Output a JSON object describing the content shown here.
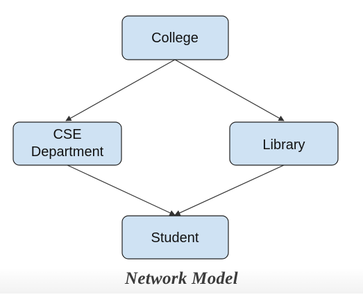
{
  "diagram": {
    "nodes": [
      {
        "id": "college",
        "lines": [
          "College"
        ]
      },
      {
        "id": "cse",
        "lines": [
          "CSE",
          "Department"
        ]
      },
      {
        "id": "library",
        "lines": [
          "Library"
        ]
      },
      {
        "id": "student",
        "lines": [
          "Student"
        ]
      }
    ],
    "edges": [
      {
        "from": "college",
        "to": "cse"
      },
      {
        "from": "college",
        "to": "library"
      },
      {
        "from": "cse",
        "to": "student"
      },
      {
        "from": "library",
        "to": "student"
      }
    ]
  },
  "colors": {
    "node_fill": "#cfe2f3",
    "node_stroke": "#222222",
    "edge": "#333333"
  },
  "caption": "Network Model"
}
